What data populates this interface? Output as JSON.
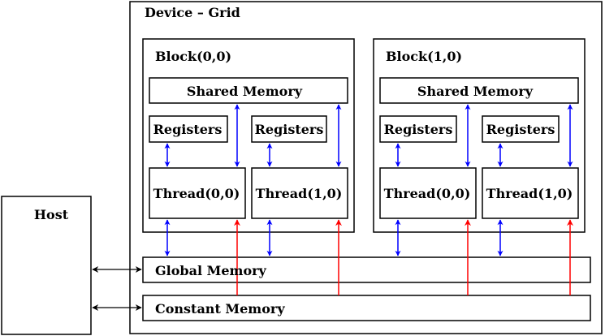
{
  "device": {
    "title": "Device – Grid"
  },
  "host": {
    "label": "Host"
  },
  "blocks": [
    {
      "label": "Block(0,0)",
      "shared_memory": "Shared Memory",
      "threads": [
        {
          "registers": "Registers",
          "label": "Thread(0,0)"
        },
        {
          "registers": "Registers",
          "label": "Thread(1,0)"
        }
      ]
    },
    {
      "label": "Block(1,0)",
      "shared_memory": "Shared Memory",
      "threads": [
        {
          "registers": "Registers",
          "label": "Thread(0,0)"
        },
        {
          "registers": "Registers",
          "label": "Thread(1,0)"
        }
      ]
    }
  ],
  "global_memory": {
    "label": "Global Memory"
  },
  "constant_memory": {
    "label": "Constant Memory"
  },
  "colors": {
    "bidirectional_arrow": "#0000ff",
    "read_only_arrow": "#ff0000",
    "outline": "#000000"
  }
}
